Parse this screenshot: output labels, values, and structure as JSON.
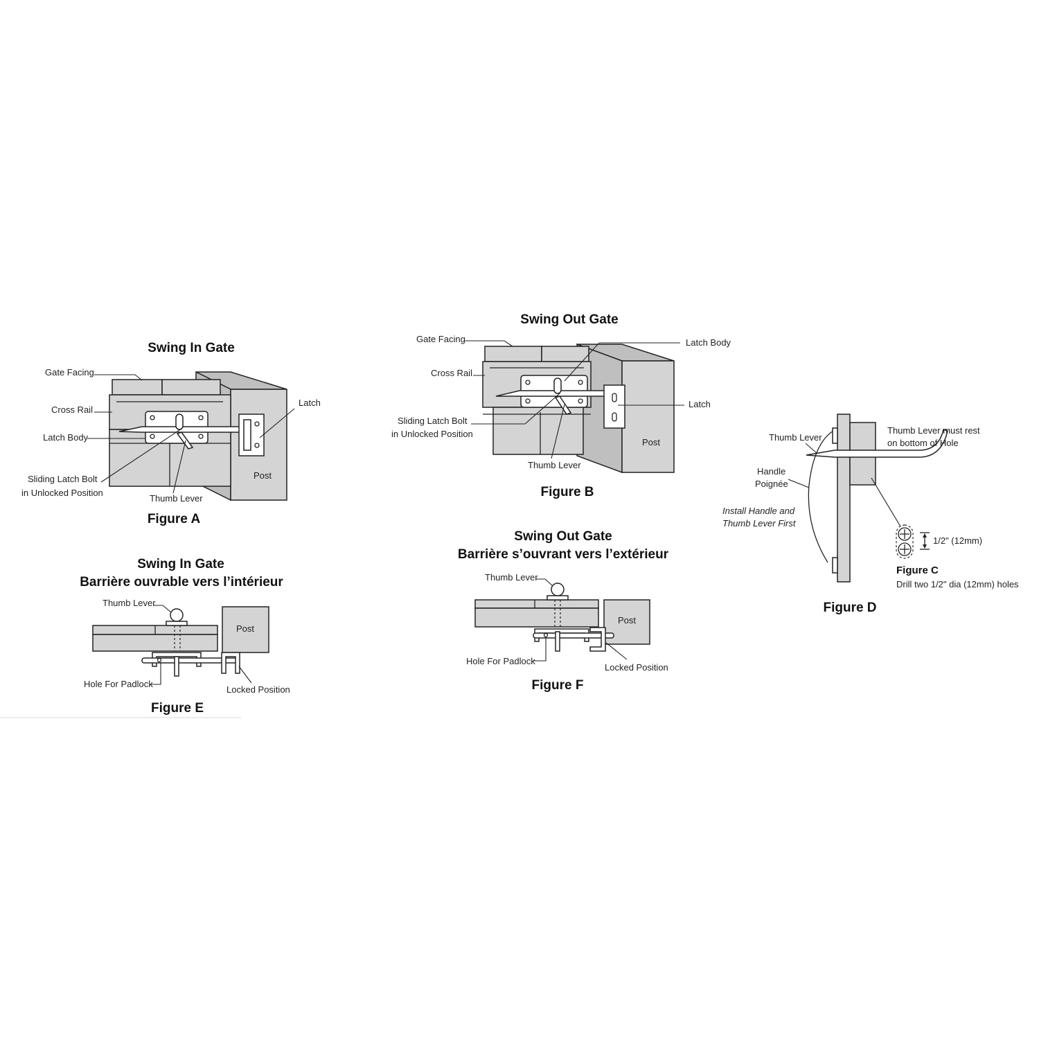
{
  "figure_a": {
    "heading": "Swing In Gate",
    "caption": "Figure A",
    "labels": {
      "gate_facing": "Gate Facing",
      "cross_rail": "Cross Rail",
      "latch_body": "Latch Body",
      "sliding_bolt_1": "Sliding Latch Bolt",
      "sliding_bolt_2": "in Unlocked Position",
      "thumb_lever": "Thumb Lever",
      "latch": "Latch",
      "post": "Post"
    }
  },
  "figure_b": {
    "heading": "Swing Out Gate",
    "caption": "Figure B",
    "labels": {
      "gate_facing": "Gate Facing",
      "cross_rail": "Cross Rail",
      "sliding_bolt_1": "Sliding Latch Bolt",
      "sliding_bolt_2": "in Unlocked Position",
      "thumb_lever": "Thumb Lever",
      "latch_body": "Latch Body",
      "latch": "Latch",
      "post": "Post"
    }
  },
  "figure_c": {
    "caption": "Figure C",
    "note": "Drill two 1/2\" dia (12mm) holes",
    "dimension": "1/2\" (12mm)"
  },
  "figure_d": {
    "caption": "Figure D",
    "labels": {
      "thumb_lever": "Thumb Lever",
      "rest_note_1": "Thumb Lever must rest",
      "rest_note_2": "on bottom of Hole",
      "handle_1": "Handle",
      "handle_2": "Poignée",
      "install_1": "Install Handle and",
      "install_2": "Thumb Lever First"
    }
  },
  "figure_e": {
    "heading_1": "Swing In Gate",
    "heading_2": "Barrière ouvrable vers l’intérieur",
    "caption": "Figure E",
    "labels": {
      "thumb_lever": "Thumb Lever",
      "post": "Post",
      "hole_for_padlock": "Hole For Padlock",
      "locked_position": "Locked Position"
    }
  },
  "figure_f": {
    "heading_1": "Swing Out Gate",
    "heading_2": "Barrière s’ouvrant vers l’extérieur",
    "caption": "Figure F",
    "labels": {
      "thumb_lever": "Thumb Lever",
      "post": "Post",
      "hole_for_padlock": "Hole For Padlock",
      "locked_position": "Locked Position"
    }
  }
}
